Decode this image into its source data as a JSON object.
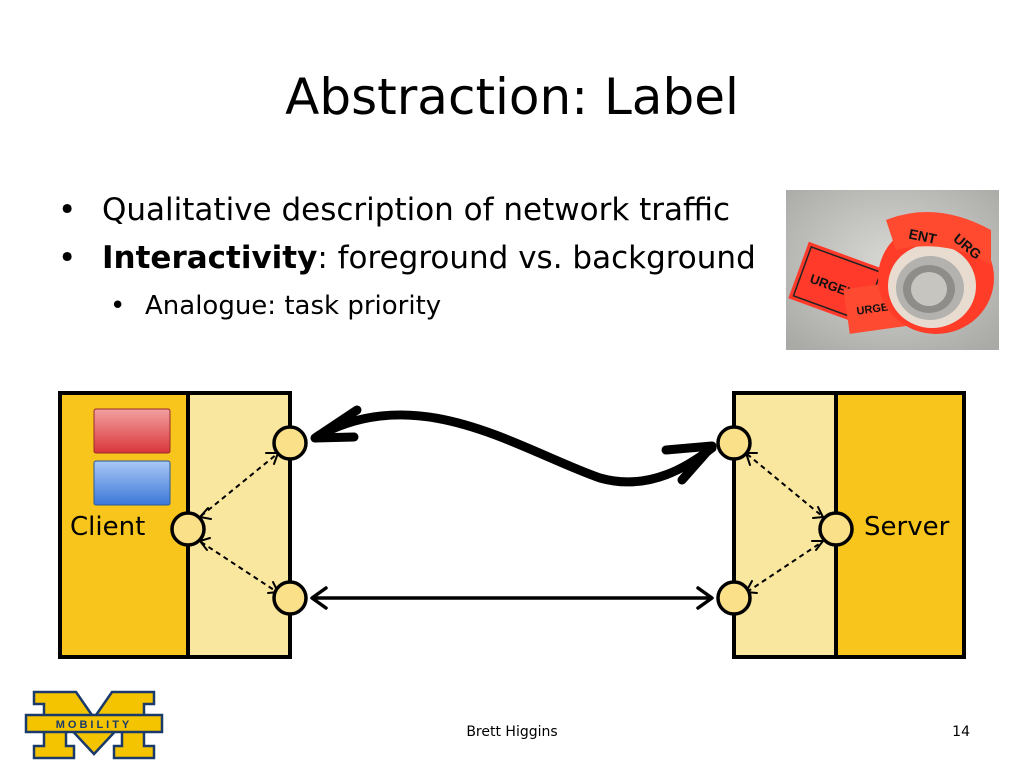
{
  "slide": {
    "title": "Abstraction: Label",
    "bullets": [
      {
        "text": "Qualitative description of network traffic"
      },
      {
        "bold": "Interactivity",
        "rest": ": foreground vs. background"
      }
    ],
    "sub_bullets": [
      {
        "text": "Analogue: task priority"
      }
    ]
  },
  "photo": {
    "sticker_text_1": "URGENT",
    "sticker_text_2": "URGENT",
    "tape_text_1": "ENT",
    "tape_text_2": "URG"
  },
  "diagram": {
    "client_label": "Client",
    "server_label": "Server",
    "colors": {
      "host_fill": "#f8c51c",
      "stack_fill": "#f9e79f",
      "node_fill": "#fbe08a",
      "red_box": "#e0565a",
      "blue_box": "#5b8fdc"
    }
  },
  "footer": {
    "author": "Brett Higgins",
    "page_number": "14",
    "logo_text": "MOBILITY"
  }
}
